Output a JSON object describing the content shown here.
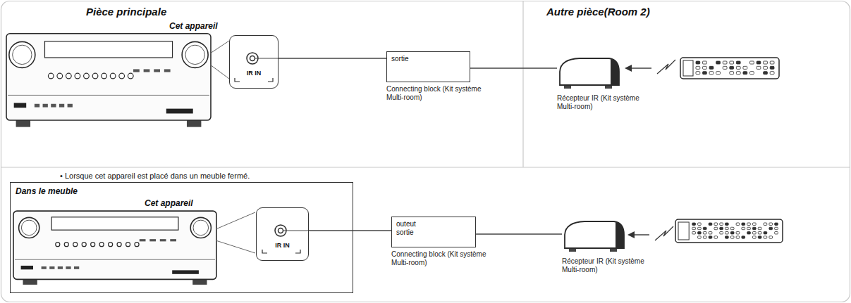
{
  "diagram": {
    "nodes": [
      {
        "text": [
          "IR IN"
        ]
      },
      {
        "text": [
          "sortie",
          "Connecting block (Kit système Multi-room)"
        ]
      },
      {
        "text": [
          "Récepteur IR (Kit système Multi-room)"
        ]
      },
      {
        "text": [
          "Dans le meuble",
          "Cet appareil"
        ]
      },
      {
        "text": [
          "IR IN"
        ],
        "in": 3
      },
      {
        "text": [
          "outeut",
          "sortie",
          "Connecting block (Kit système Multi-room)"
        ]
      },
      {
        "text": [
          "Récepteur IR (Kit système Multi-room)"
        ]
      }
    ],
    "edges": [
      {
        "from": 0,
        "to": 1,
        "arrow": "none"
      },
      {
        "from": 1,
        "to": 2,
        "arrow": "none"
      },
      {
        "from": 4,
        "to": 5,
        "arrow": "none"
      },
      {
        "from": 5,
        "to": 6,
        "arrow": "none"
      }
    ],
    "labels": [
      "Pièce principale",
      "Cet appareil",
      "Autre pièce(Room 2)",
      "• Lorsque cet appareil est placé dans un meuble fermé."
    ]
  }
}
